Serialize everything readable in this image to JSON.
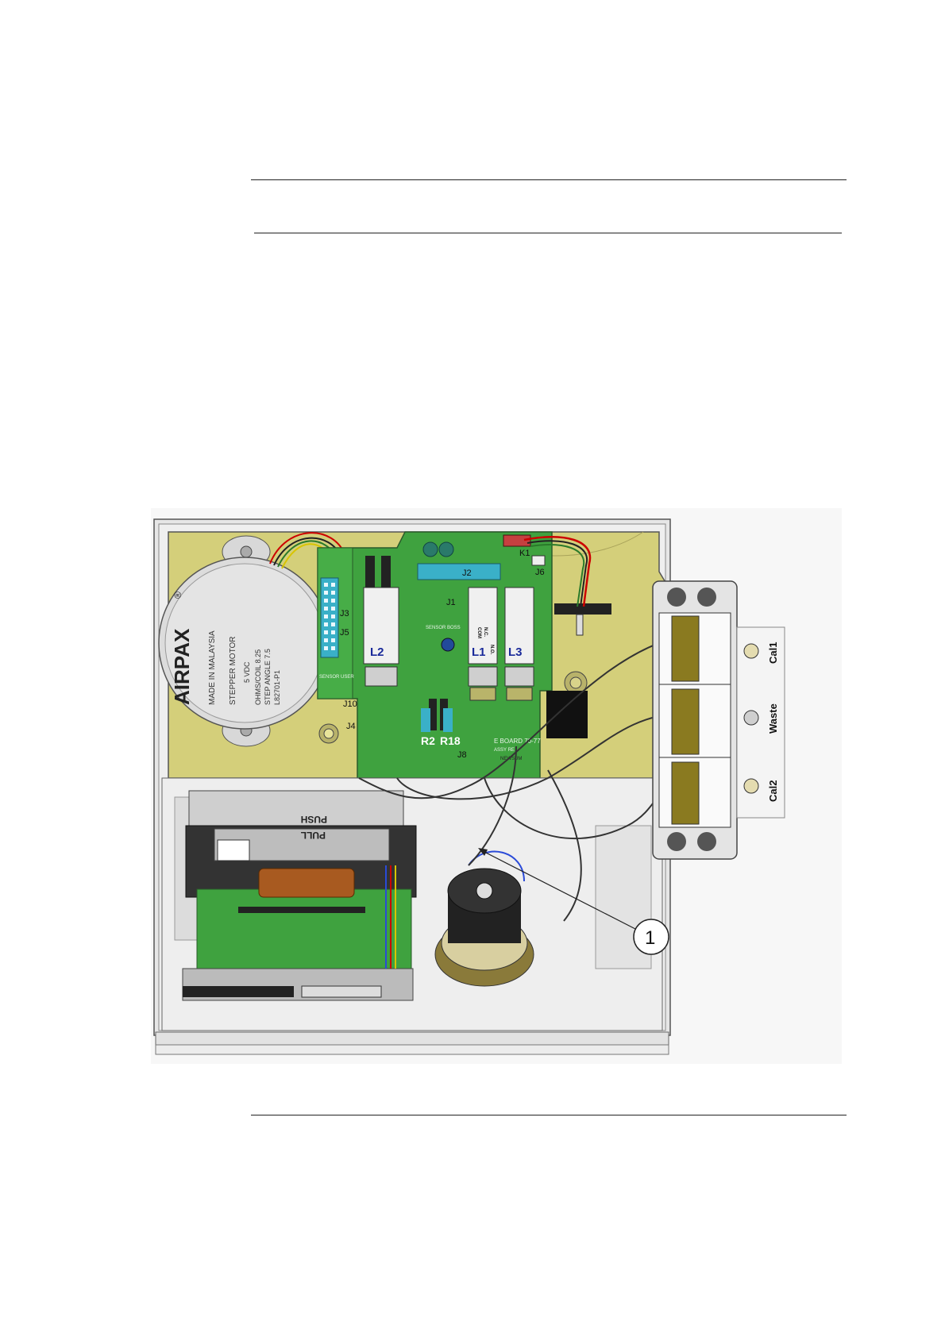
{
  "figure": {
    "motor": {
      "brand": "AIRPAX",
      "reg": "®",
      "line1": "MADE IN MALAYSIA",
      "line2": "STEPPER MOTOR",
      "line3": "5 VDC",
      "line4": "OHMS/COIL 8.25",
      "line5": "STEP ANGLE 7.5",
      "line6": "L82701-P1"
    },
    "board": {
      "L1": "L1",
      "L2": "L2",
      "L3": "L3",
      "R2": "R2",
      "R18": "R18",
      "J1": "J1",
      "J2": "J2",
      "J3": "J3",
      "J4": "J4",
      "J5": "J5",
      "J6": "J6",
      "J8": "J8",
      "J10": "J10",
      "K1": "K1",
      "sensor_boss": "SENSOR BOSS",
      "sensor_user": "SENSOR USER",
      "board_label": "E BOARD 70-77",
      "assy": "ASSY RE",
      "newsum": "NEWSUM",
      "com": "COM",
      "nc": "N.C.",
      "no": "N.O."
    },
    "printer": {
      "push": "PUSH",
      "pull": "PULL"
    },
    "ports": {
      "cal1": "Cal1",
      "waste": "Waste",
      "cal2": "Cal2"
    },
    "callout": "1"
  }
}
